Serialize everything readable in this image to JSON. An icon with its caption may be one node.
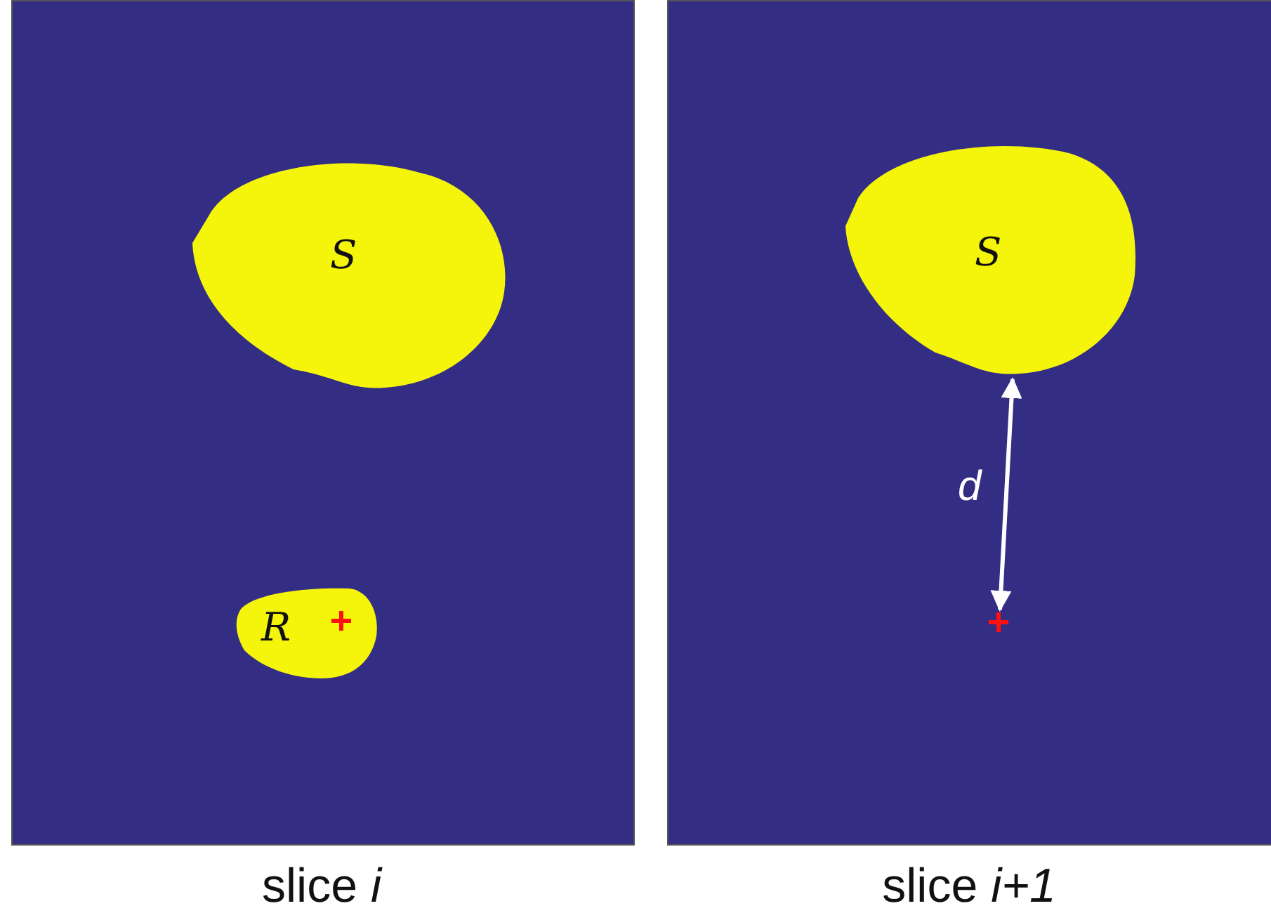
{
  "diagram": {
    "nodes": [
      {
        "text": [
          "slice *i*"
        ]
      },
      {
        "text": [
          "S"
        ],
        "in": 0
      },
      {
        "text": [
          "R"
        ],
        "in": 0
      },
      {
        "text": [
          "slice *i+1*"
        ]
      },
      {
        "text": [
          "S"
        ],
        "in": 3
      }
    ],
    "edges": [],
    "labels": [
      "d"
    ]
  }
}
